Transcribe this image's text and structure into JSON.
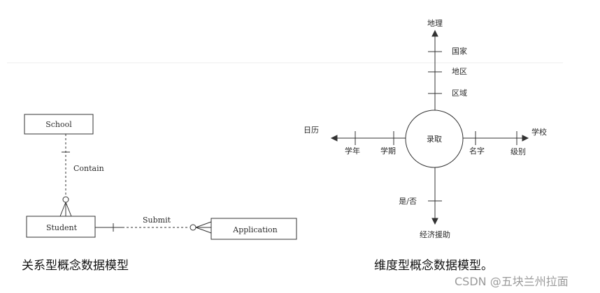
{
  "relational_model": {
    "entities": {
      "school": "School",
      "student": "Student",
      "application": "Application"
    },
    "relationships": {
      "contain": "Contain",
      "submit": "Submit"
    },
    "caption": "关系型概念数据模型"
  },
  "dimensional_model": {
    "center": "录取",
    "top_axis": {
      "end": "地理",
      "ticks": [
        "国家",
        "地区",
        "区域"
      ]
    },
    "left_axis": {
      "end": "日历",
      "ticks": [
        "学年",
        "学期"
      ]
    },
    "right_axis": {
      "end": "学校",
      "ticks": [
        "名字",
        "级别"
      ]
    },
    "bottom_axis": {
      "end": "经济援助",
      "ticks": [
        "是/否"
      ]
    },
    "caption": "维度型概念数据模型。"
  },
  "watermark": "CSDN @五块兰州拉面"
}
